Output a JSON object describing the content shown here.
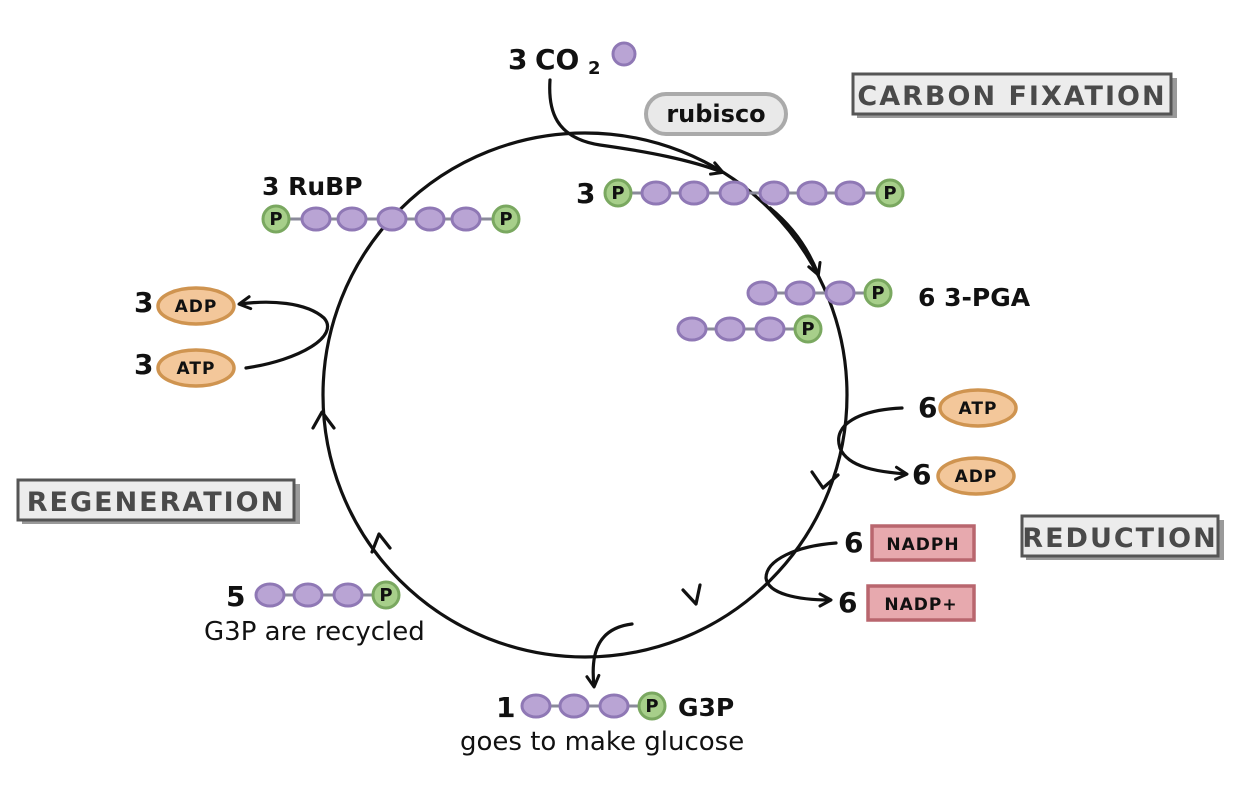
{
  "stages": {
    "fixation": "CARBON FIXATION",
    "reduction": "REDUCTION",
    "regeneration": "REGENERATION"
  },
  "enzyme": "rubisco",
  "co2": {
    "coef": "3",
    "formula": "CO",
    "subscript": "2"
  },
  "rubp": {
    "label": "3 RuBP",
    "phosphate": "P"
  },
  "fixation_product": {
    "coef": "3",
    "phosphate": "P"
  },
  "pga": {
    "label": "6 3-PGA",
    "phosphate": "P"
  },
  "energy_left": {
    "adp": {
      "coef": "3",
      "name": "ADP"
    },
    "atp": {
      "coef": "3",
      "name": "ATP"
    }
  },
  "energy_right": {
    "atp": {
      "coef": "6",
      "name": "ATP"
    },
    "adp": {
      "coef": "6",
      "name": "ADP"
    }
  },
  "electron": {
    "nadph": {
      "coef": "6",
      "name": "NADPH"
    },
    "nadp": {
      "coef": "6",
      "name": "NADP+"
    }
  },
  "g3p_recycled": {
    "coef": "5",
    "note": "G3P are recycled",
    "phosphate": "P"
  },
  "g3p_output": {
    "coef": "1",
    "name": "G3P",
    "note": "goes to make glucose",
    "phosphate": "P"
  },
  "colors": {
    "carbon": "#b9a4d4",
    "phosphate": "#a7cf8a",
    "atp_adp": "#f3c79a",
    "nadph": "#e7a9ae",
    "stage_box": "#ececec"
  }
}
